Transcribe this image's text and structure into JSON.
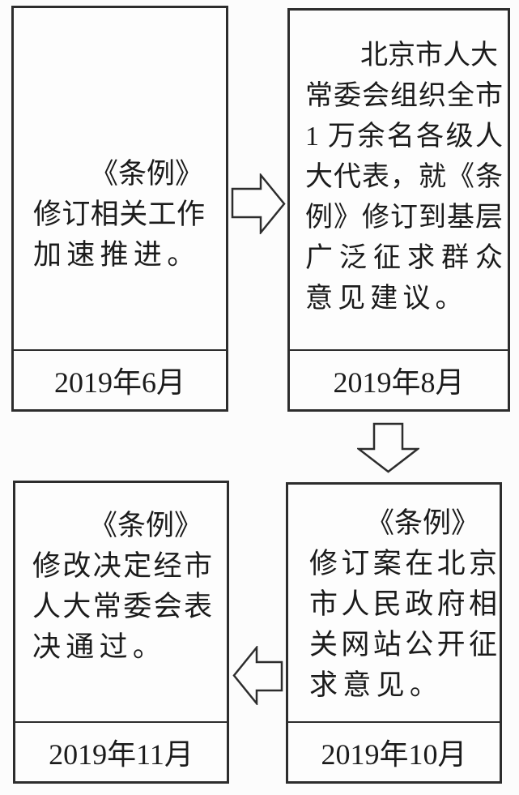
{
  "page": {
    "background_color": "#fcfcfc",
    "line_color": "#2d2d2d",
    "text_color": "#1b1b1b",
    "description_type": "flowchart-timeline"
  },
  "boxes": [
    {
      "id": "step-2019-06",
      "lines": [
        "《条例》",
        "修订相关工作",
        "加速推进。"
      ],
      "date": "2019年6月"
    },
    {
      "id": "step-2019-08",
      "lines": [
        "北京市人大",
        "常委会组织全市",
        "1 万余名各级人",
        "大代表，就《条",
        "例》修订到基层",
        "广泛征求群众",
        "意见建议。"
      ],
      "date": "2019年8月"
    },
    {
      "id": "step-2019-10",
      "lines": [
        "《条例》",
        "修订案在北京",
        "市人民政府相",
        "关网站公开征",
        "求意见。"
      ],
      "date": "2019年10月"
    },
    {
      "id": "step-2019-11",
      "lines": [
        "《条例》",
        "修改决定经市",
        "人大常委会表",
        "决通过。"
      ],
      "date": "2019年11月"
    }
  ],
  "arrows": [
    {
      "icon": "arrow-right-icon",
      "direction": "right",
      "from": "step-2019-06",
      "to": "step-2019-08"
    },
    {
      "icon": "arrow-down-icon",
      "direction": "down",
      "from": "step-2019-08",
      "to": "step-2019-10"
    },
    {
      "icon": "arrow-left-icon",
      "direction": "left",
      "from": "step-2019-10",
      "to": "step-2019-11"
    }
  ]
}
